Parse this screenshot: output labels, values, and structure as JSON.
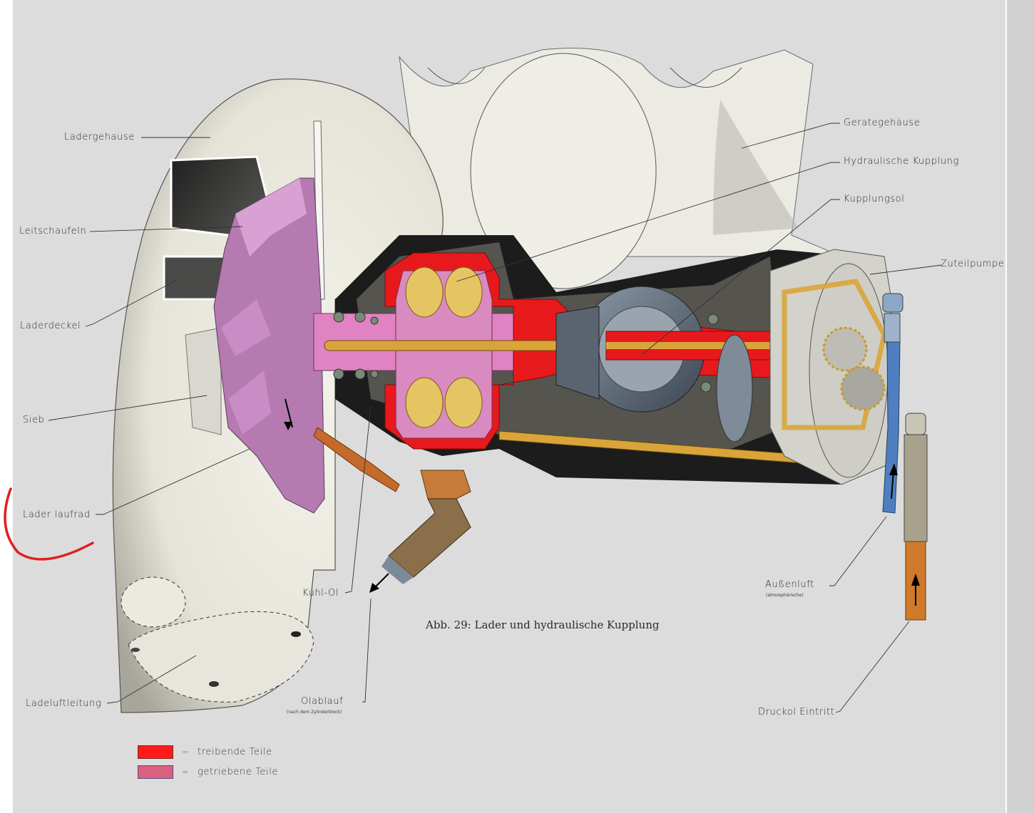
{
  "figure": {
    "caption": "Abb. 29: Lader und hydraulische Kupplung"
  },
  "labels": {
    "ladergehause": "Ladergehause",
    "leitschaufeln": "Leitschaufeln",
    "laderdeckel": "Laderdeckel",
    "sieb": "Sieb",
    "laderlaufrad": "Lader laufrad",
    "ladeluftleitung": "Ladeluftleitung",
    "kuehl_ol": "Kühl-Ol",
    "olablauf": "Olablauf",
    "olablauf_note": "(nach dem Zylinderblock)",
    "geraetegehaeuse": "Gerategehäuse",
    "hydraulische_kupplung": "Hydraulische Kupplung",
    "kupplungsol": "Kupplungsol",
    "zuteilpumpe": "Zuteilpumpe",
    "aussenluft": "Außenluft",
    "aussenluft_note": "(atmosphärische)",
    "druckol_eintritt": "Druckol Eintritt"
  },
  "legend": {
    "items": [
      {
        "label": "treibende Teile",
        "color": "#ff1a1a",
        "separator": "="
      },
      {
        "label": "getriebene Teile",
        "color": "#d9607e",
        "separator": "="
      }
    ]
  },
  "colors": {
    "driving_parts": "#e8191c",
    "driven_parts": "#d783c0",
    "housing": "#ecebe2",
    "oil_line": "#d9a53a",
    "annotation_mark": "#e0201f"
  }
}
